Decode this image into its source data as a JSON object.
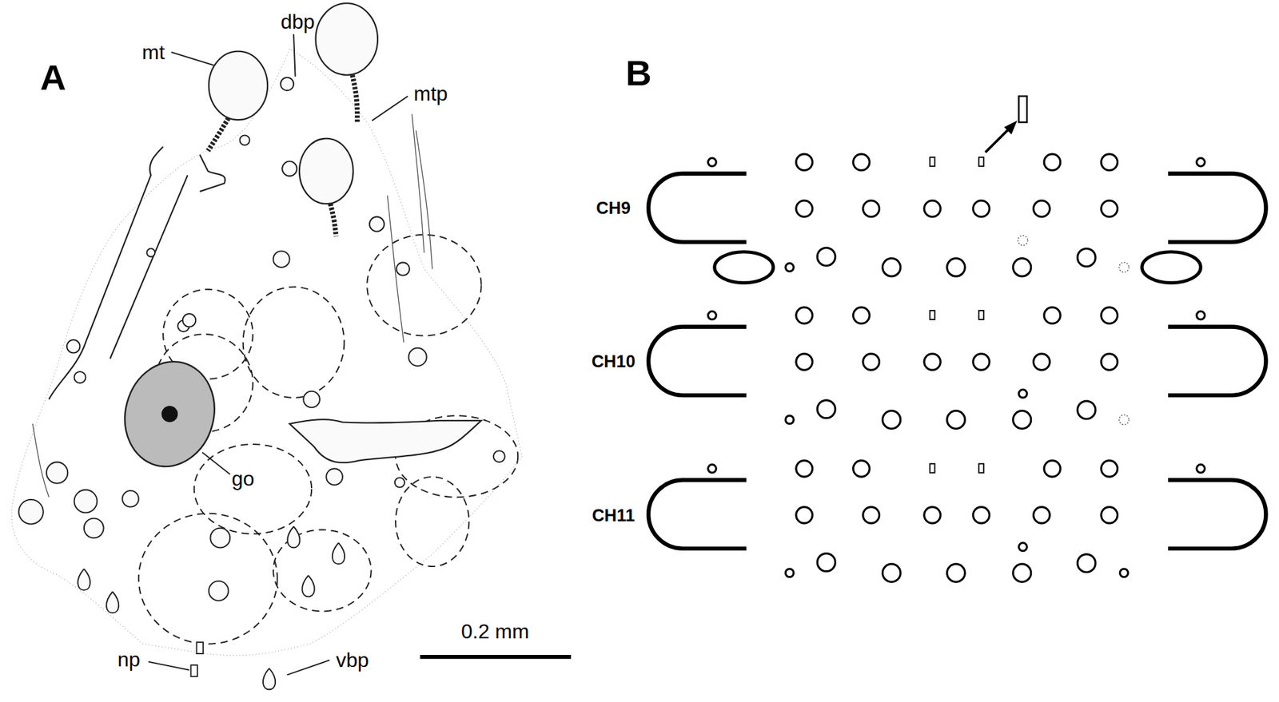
{
  "diagram": {
    "labels": [
      "A",
      "mt",
      "dbp",
      "mtp",
      "go",
      "np",
      "vbp",
      "0.2 mm",
      "B",
      "CH9",
      "CH10",
      "CH11"
    ]
  }
}
